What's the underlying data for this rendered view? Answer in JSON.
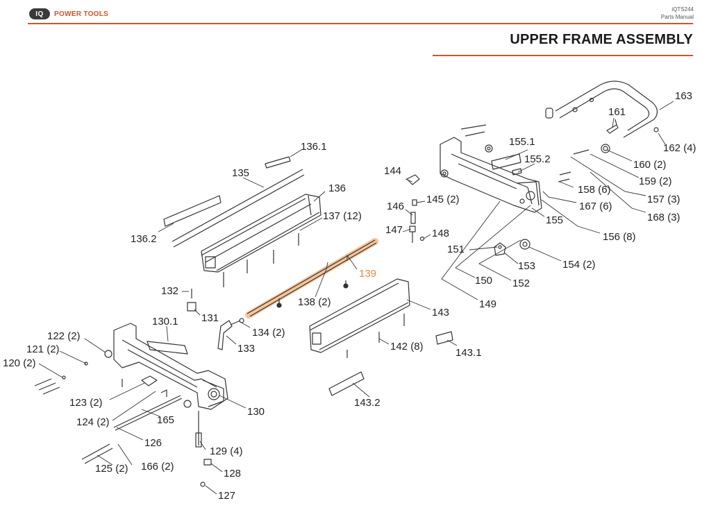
{
  "header": {
    "logo_badge": "IQ",
    "brand": "POWER TOOLS",
    "model": "iQTS244",
    "doc_type": "Parts Manual"
  },
  "page": {
    "title": "UPPER FRAME ASSEMBLY"
  },
  "colors": {
    "accent": "#d6502b",
    "highlight": "#f5c49a",
    "highlight_label": "#e8863a"
  },
  "diagram": {
    "highlighted_part": "139",
    "labels": {
      "l163": "163",
      "l161": "161",
      "l162": "162 (4)",
      "l160": "160 (2)",
      "l159": "159 (2)",
      "l157": "157 (3)",
      "l168": "168 (3)",
      "l1551": "155.1",
      "l1552": "155.2",
      "l158": "158 (6)",
      "l167": "167 (6)",
      "l155": "155",
      "l156": "156 (8)",
      "l154": "154 (2)",
      "l153": "153",
      "l152": "152",
      "l151": "151",
      "l150": "150",
      "l149": "149",
      "l144": "144",
      "l145": "145 (2)",
      "l146": "146",
      "l147": "147",
      "l148": "148",
      "l1361": "136.1",
      "l135": "135",
      "l136": "136",
      "l137": "137 (12)",
      "l1362": "136.2",
      "l139": "139",
      "l138": "138 (2)",
      "l143": "143",
      "l142": "142 (8)",
      "l1431": "143.1",
      "l1432": "143.2",
      "l132": "132",
      "l131": "131",
      "l134": "134 (2)",
      "l133": "133",
      "l1301": "130.1",
      "l122": "122 (2)",
      "l121": "121 (2)",
      "l120": "120 (2)",
      "l123": "123 (2)",
      "l124": "124 (2)",
      "l165": "165",
      "l130": "130",
      "l126": "126",
      "l129": "129 (4)",
      "l125": "125 (2)",
      "l166": "166 (2)",
      "l128": "128",
      "l127": "127"
    }
  }
}
